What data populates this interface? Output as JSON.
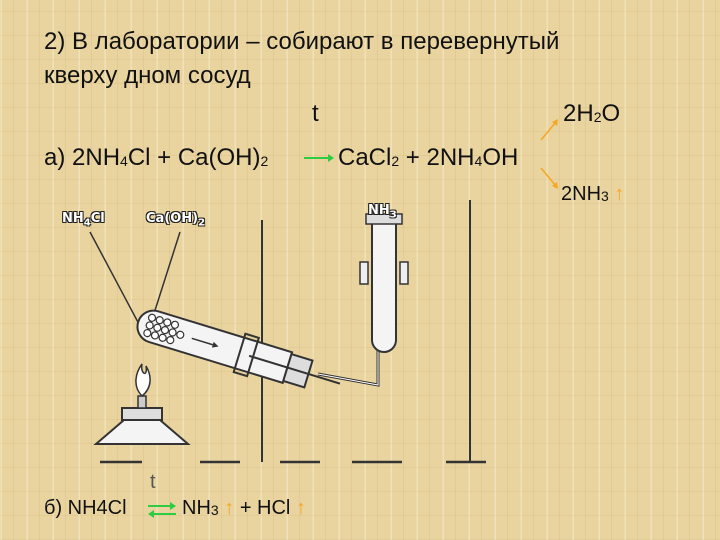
{
  "heading": {
    "line1": "2) В лаборатории – собирают в перевернутый",
    "line2": "кверху дном сосуд"
  },
  "reaction_a": {
    "condition": "t",
    "prefix": "а) 2NH",
    "sub1": "4",
    "mid1": "Cl + Ca(OH)",
    "sub2": "2",
    "prod_pre": "CaCl",
    "sub3": "2",
    "prod_mid": " + 2NH",
    "sub4": "4",
    "prod_end": "OH",
    "water_pre": "2H",
    "water_sub": "2",
    "water_end": "O",
    "ammonia_pre": "2NH",
    "ammonia_sub": "3",
    "ammonia_arrow": "↑"
  },
  "labels": {
    "nh4cl_pre": "NH",
    "nh4cl_sub": "4",
    "nh4cl_end": "Cl",
    "caoh_pre": "Ca(OH)",
    "caoh_sub": "2",
    "nh3_pre": "NH",
    "nh3_sub": "3"
  },
  "reaction_b": {
    "condition": "t",
    "left": "б) NH4Cl",
    "nh3_pre": "NH",
    "nh3_sub": "3",
    "arrow1": "↑",
    "plus_hcl": "+ HCl",
    "arrow2": "↑"
  },
  "colors": {
    "background": "#e9d49f",
    "text": "#111111",
    "accent_arrow": "#f5a623",
    "equilibrium_arrow": "#2ecc40"
  }
}
